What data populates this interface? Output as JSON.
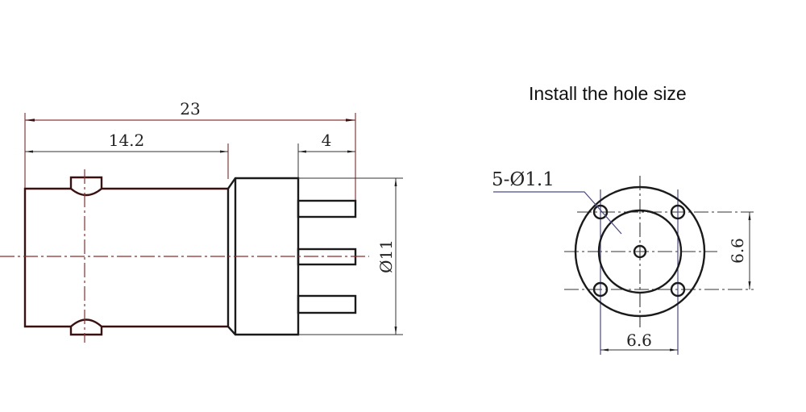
{
  "title": "Install the hole size",
  "side_view": {
    "overall_length": "23",
    "body_length": "14.2",
    "pin_length": "4",
    "flange_diameter": "Ø11"
  },
  "hole_pattern": {
    "hole_callout": "5-Ø1.1",
    "vertical_spacing": "6.6",
    "horizontal_spacing": "6.6"
  },
  "colors": {
    "outline": "#1a1a1a",
    "centerline": "#8a2f2f",
    "dimension_left": "#8a3a3a",
    "dimension_right": "#4a4a8a"
  }
}
